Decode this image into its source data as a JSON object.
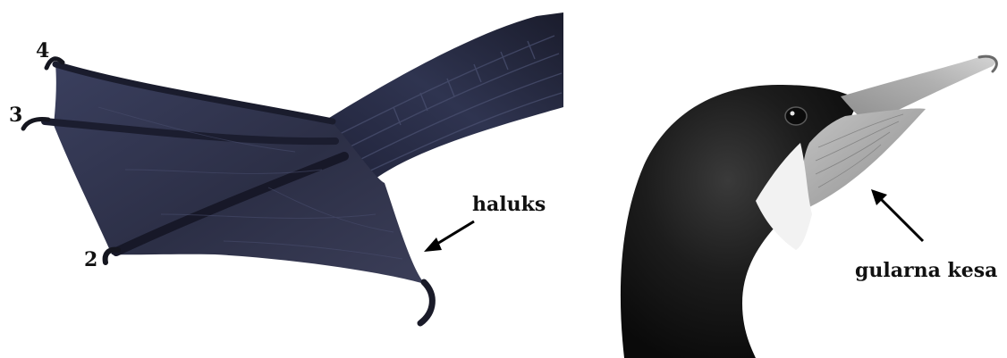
{
  "left_photo": {
    "toe_labels": [
      "4",
      "3",
      "2"
    ],
    "callout": "haluks"
  },
  "right_photo": {
    "callout": "gularna kesa"
  },
  "colors": {
    "web": "#2c2f46",
    "web_dark": "#16182a",
    "plumage": "#121212",
    "throat_patch": "#f2f2f2",
    "bill": "#a8a8a8",
    "arrow": "#000000"
  }
}
